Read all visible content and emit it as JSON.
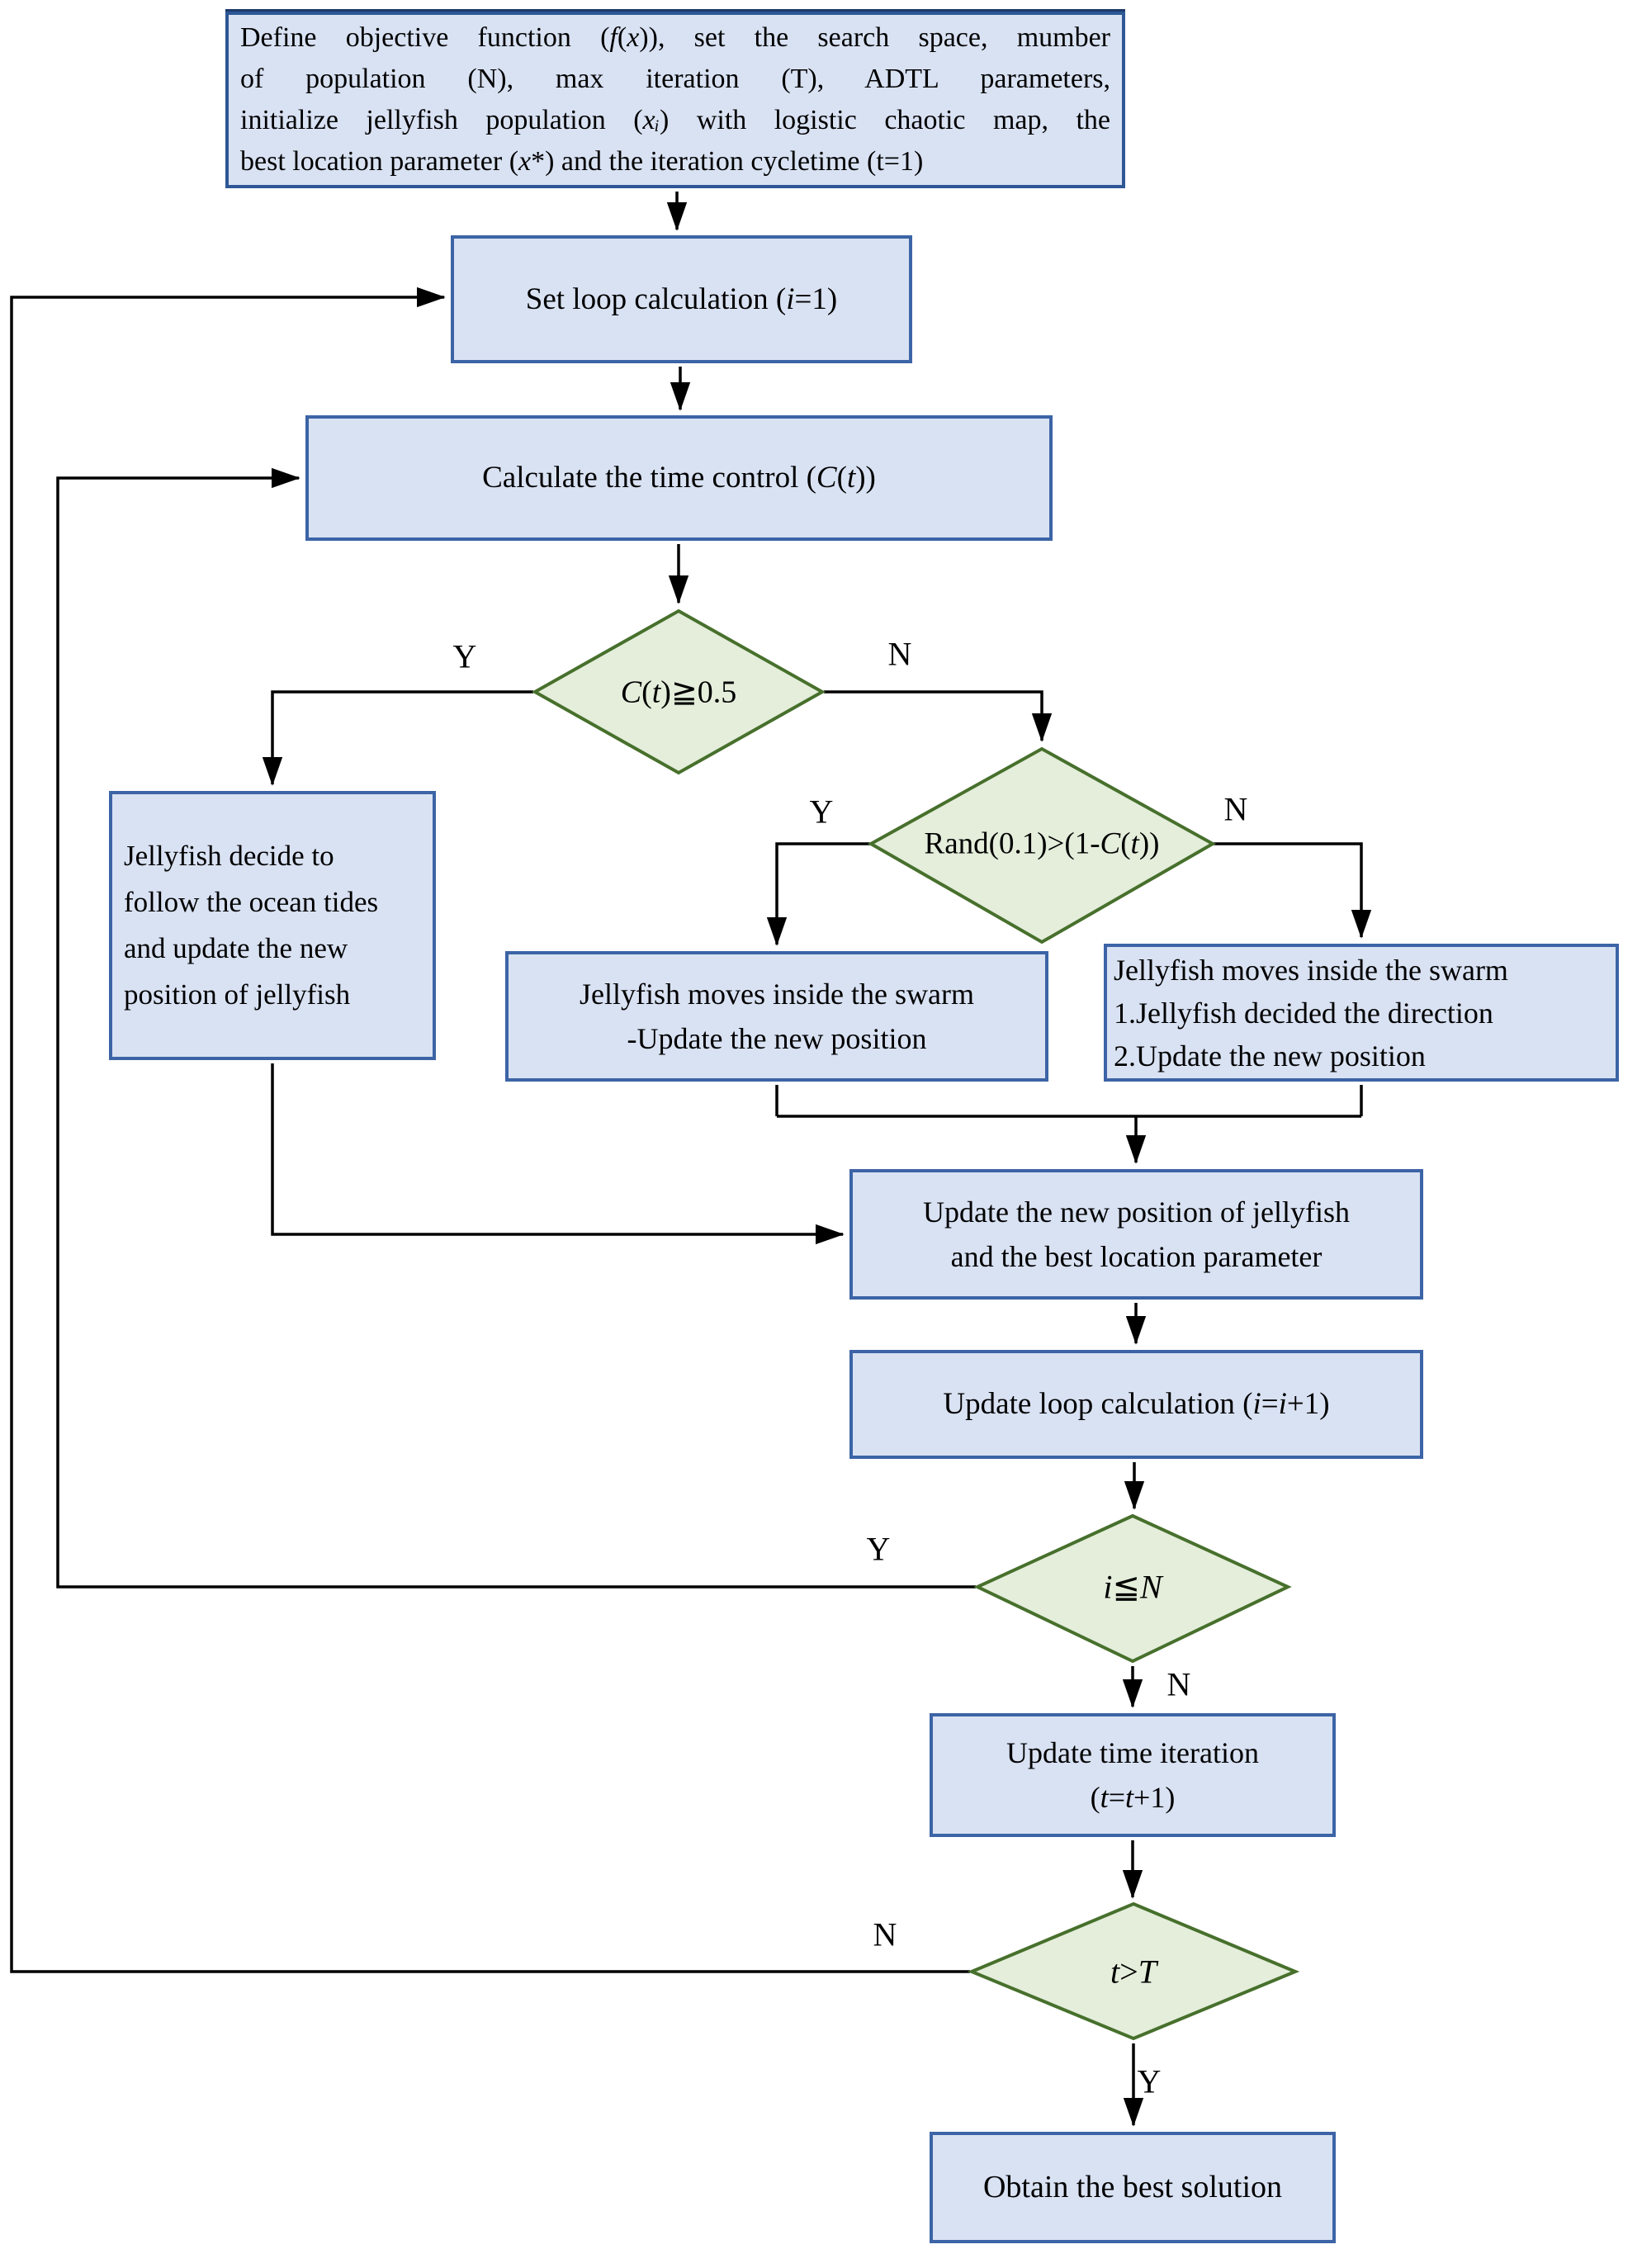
{
  "title": "ADTL jellyfish search optimization flowchart",
  "colors": {
    "background": "#ffffff",
    "box_fill": "#d9e2f3",
    "box_border": "#3c64a6",
    "init_border": "#2d5795",
    "diamond_fill": "#e4eedb",
    "diamond_border": "#47702c",
    "line": "#000000",
    "text": "#000000"
  },
  "nodes": {
    "init": {
      "lines": [
        [
          {
            "t": "Define objective function ("
          },
          {
            "t": "f",
            "i": 1
          },
          {
            "t": "("
          },
          {
            "t": "x",
            "i": 1
          },
          {
            "t": ")), set the search space, mumber"
          }
        ],
        [
          {
            "t": "of population (N), max iteration (T),  ADTL parameters,"
          }
        ],
        [
          {
            "t": "initialize jellyfish population ("
          },
          {
            "t": "xᵢ",
            "i": 1
          },
          {
            "t": ") with logistic chaotic map, the"
          }
        ],
        [
          {
            "t": "best location parameter ("
          },
          {
            "t": "x",
            "i": 1
          },
          {
            "t": "*) and the iteration cycletime (t=1)"
          }
        ]
      ]
    },
    "setloop": {
      "label": [
        {
          "t": "Set loop calculation ("
        },
        {
          "t": "i",
          "i": 1
        },
        {
          "t": "=1)"
        }
      ]
    },
    "timecontrol": {
      "label": [
        {
          "t": "Calculate the time control ("
        },
        {
          "t": "C",
          "i": 1
        },
        {
          "t": "("
        },
        {
          "t": "t",
          "i": 1
        },
        {
          "t": "))"
        }
      ]
    },
    "ct_check": {
      "label": [
        {
          "t": "C",
          "i": 1
        },
        {
          "t": "("
        },
        {
          "t": "t",
          "i": 1
        },
        {
          "t": ")≧0.5"
        }
      ]
    },
    "rand_check": {
      "label": [
        {
          "t": "Rand(0.1)>(1-"
        },
        {
          "t": "C",
          "i": 1
        },
        {
          "t": "("
        },
        {
          "t": "t",
          "i": 1
        },
        {
          "t": "))"
        }
      ]
    },
    "ocean": {
      "lines": [
        "Jellyfish decide to",
        "follow the ocean tides",
        "and update the new",
        "position of jellyfish"
      ]
    },
    "swarm_passive": {
      "lines": [
        "Jellyfish moves inside the swarm",
        "-Update the new position"
      ]
    },
    "swarm_active": {
      "lines": [
        "Jellyfish moves inside the swarm",
        "1.Jellyfish decided the direction",
        "2.Update the new position"
      ]
    },
    "update_pos": {
      "lines": [
        "Update the new position of jellyfish",
        "and the best location parameter"
      ]
    },
    "update_loop": {
      "label": [
        {
          "t": "Update loop calculation ("
        },
        {
          "t": "i",
          "i": 1
        },
        {
          "t": "="
        },
        {
          "t": "i",
          "i": 1
        },
        {
          "t": "+1)"
        }
      ]
    },
    "i_check": {
      "label": [
        {
          "t": "i",
          "i": 1
        },
        {
          "t": "≦"
        },
        {
          "t": "N",
          "i": 1
        }
      ]
    },
    "update_time": {
      "lines": [
        "Update time iteration",
        [
          {
            "t": "("
          },
          {
            "t": "t",
            "i": 1
          },
          {
            "t": "="
          },
          {
            "t": "t",
            "i": 1
          },
          {
            "t": "+1)"
          }
        ]
      ]
    },
    "t_check": {
      "label": [
        {
          "t": "t",
          "i": 1
        },
        {
          "t": ">"
        },
        {
          "t": "T",
          "i": 1
        }
      ]
    },
    "obtain": {
      "label": "Obtain the best solution"
    }
  },
  "edge_labels": {
    "ct_yes": "Y",
    "ct_no": "N",
    "rand_yes": "Y",
    "rand_no": "N",
    "i_yes": "Y",
    "i_no": "N",
    "t_yes": "Y",
    "t_no": "N"
  }
}
